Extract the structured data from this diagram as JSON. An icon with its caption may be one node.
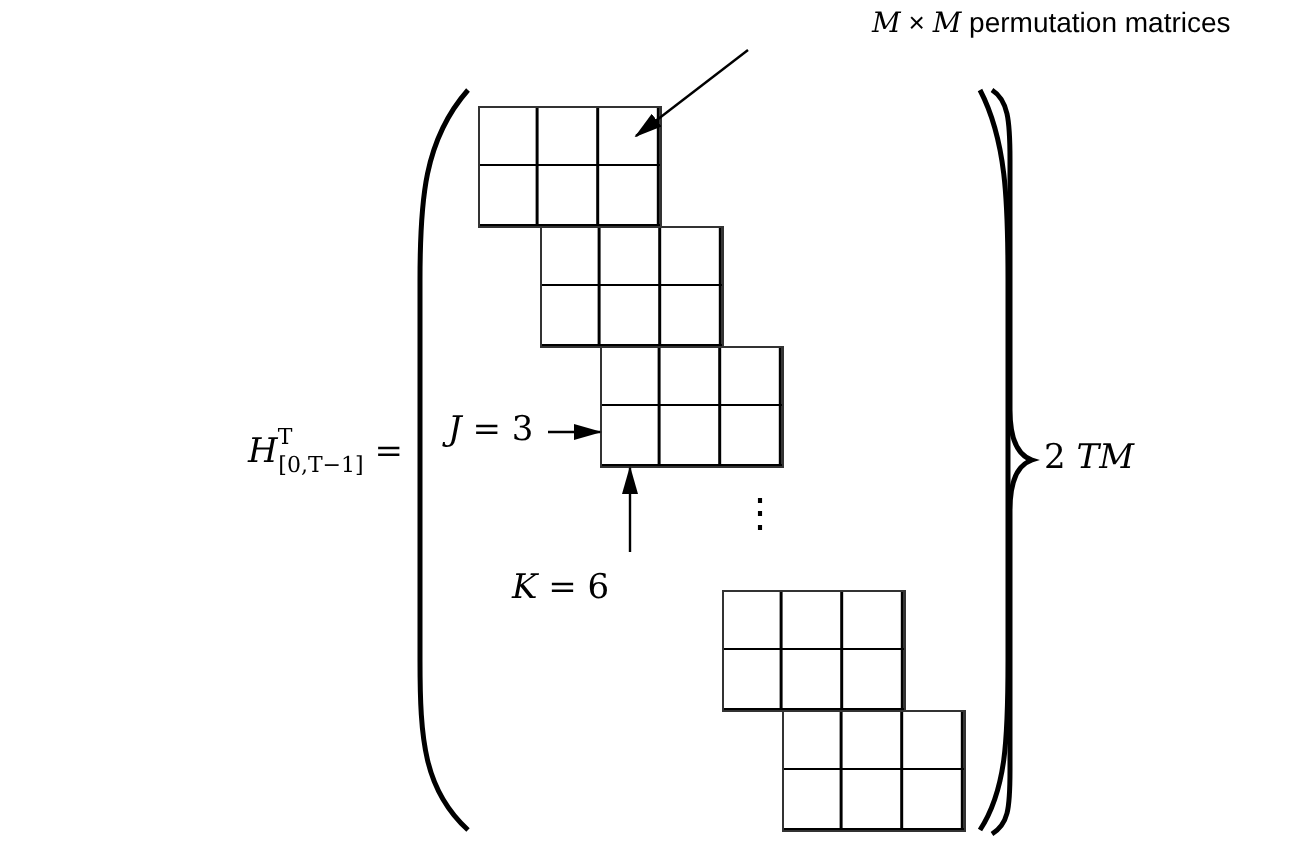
{
  "diagram": {
    "nodes": [
      {
        "text": [
          "*M* × *M* permutation matrices"
        ]
      },
      {
        "text": [],
        "shape": "box"
      },
      {
        "text": [],
        "shape": "box"
      },
      {
        "text": [],
        "shape": "box"
      },
      {
        "text": [],
        "shape": "box"
      },
      {
        "text": [],
        "shape": "box"
      },
      {
        "text": [
          "*J* = 3"
        ]
      },
      {
        "text": [
          "*K* = 6"
        ]
      }
    ],
    "edges": [
      {
        "from": 0,
        "to": 1,
        "arrow": "to"
      },
      {
        "from": 6,
        "to": 3,
        "arrow": "to"
      },
      {
        "from": 7,
        "to": 3,
        "arrow": "to"
      }
    ],
    "labels": [
      "*H*$^{T}$$_{[0,T−1]}$ =",
      "⋮",
      "2 *TM*"
    ]
  }
}
